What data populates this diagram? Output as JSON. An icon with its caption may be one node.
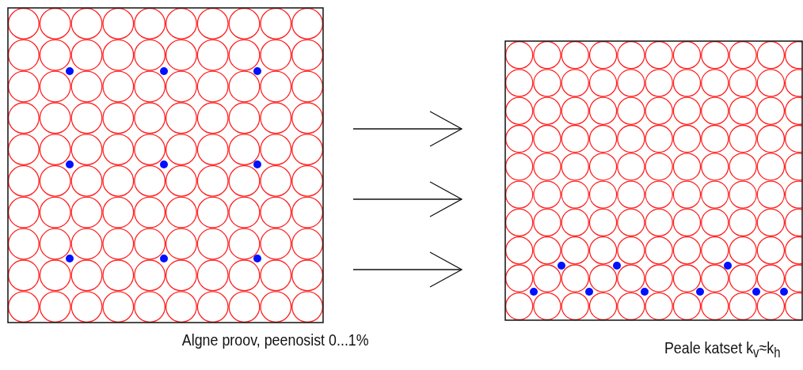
{
  "diagram": {
    "nodes": [
      {
        "text": [
          "Algne proov, peenosist 0...1%"
        ]
      },
      {
        "text": [
          "Peale katset k$_{v}$≈k$_{h}$"
        ]
      }
    ],
    "edges": [
      {
        "from": 0,
        "to": 1,
        "arrow": "to"
      },
      {
        "from": 0,
        "to": 1,
        "arrow": "to"
      },
      {
        "from": 0,
        "to": 1,
        "arrow": "to"
      }
    ]
  }
}
